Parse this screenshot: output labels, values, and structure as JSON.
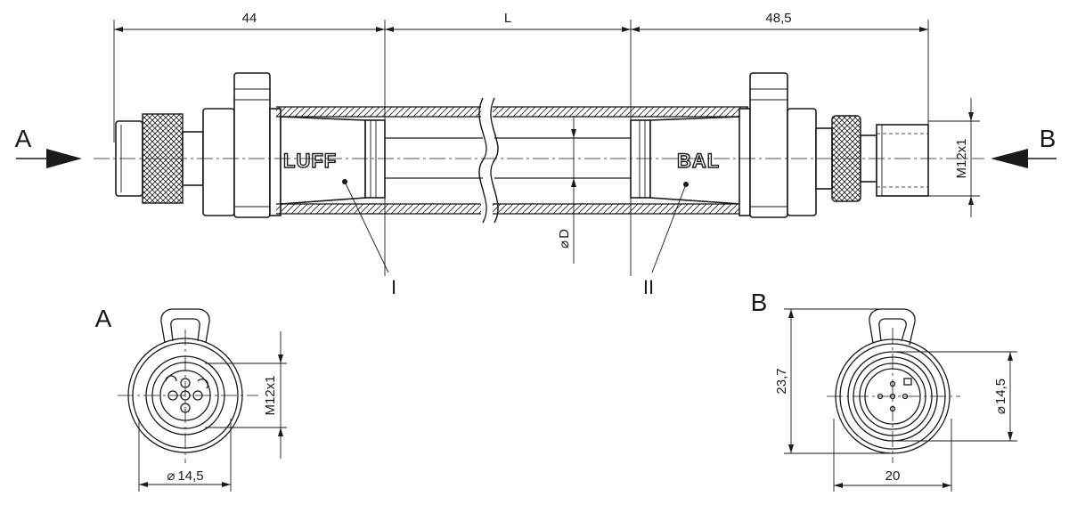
{
  "dimensions": {
    "left_length": "44",
    "middle_length": "L",
    "right_length": "48,5",
    "thread_right": "M12x1",
    "cable_diameter": "D",
    "diameter_symbol": "⌀",
    "view_a_thread": "M12x1",
    "view_a_diameter": "14,5",
    "view_b_height": "23,7",
    "view_b_diameter": "14,5",
    "view_b_width": "20"
  },
  "labels": {
    "arrow_a": "A",
    "arrow_b": "B",
    "view_a": "A",
    "view_b": "B",
    "callout_1": "I",
    "callout_2": "II"
  },
  "logos": {
    "left": "LUFF",
    "right": "BAL"
  }
}
